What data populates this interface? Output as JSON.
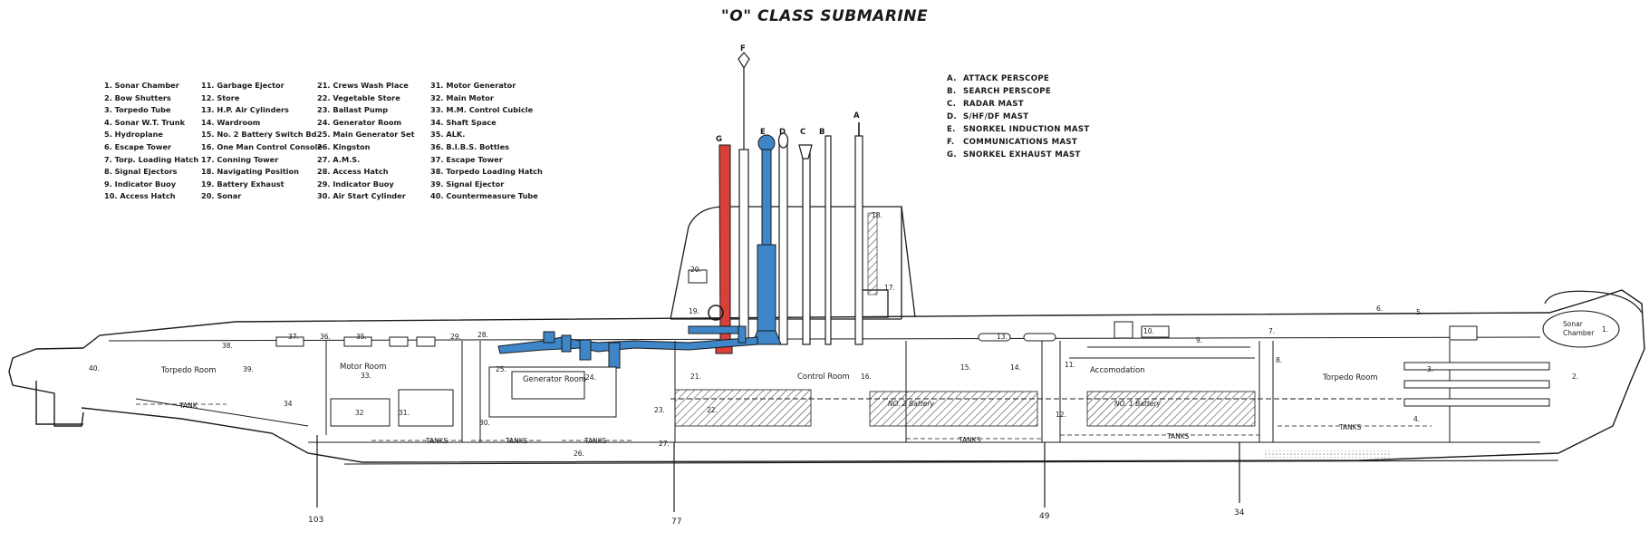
{
  "title": "\"O\" CLASS SUBMARINE",
  "legend": {
    "col1": [
      "1. Sonar Chamber",
      "2. Bow Shutters",
      "3. Torpedo Tube",
      "4. Sonar W.T. Trunk",
      "5. Hydroplane",
      "6. Escape Tower",
      "7. Torp. Loading Hatch",
      "8. Signal Ejectors",
      "9. Indicator Buoy",
      "10. Access Hatch"
    ],
    "col2": [
      "11. Garbage Ejector",
      "12. Store",
      "13. H.P. Air Cylinders",
      "14. Wardroom",
      "15. No. 2 Battery Switch Bd.",
      "16. One Man Control Console",
      "17. Conning Tower",
      "18. Navigating Position",
      "19. Battery Exhaust",
      "20. Sonar"
    ],
    "col3": [
      "21. Crews Wash Place",
      "22. Vegetable Store",
      "23. Ballast Pump",
      "24. Generator Room",
      "25. Main Generator Set",
      "26. Kingston",
      "27. A.M.S.",
      "28. Access Hatch",
      "29. Indicator Buoy",
      "30. Air Start Cylinder"
    ],
    "col4": [
      "31. Motor Generator",
      "32. Main Motor",
      "33. M.M. Control Cubicle",
      "34. Shaft Space",
      "35. ALK.",
      "36. B.I.B.S. Bottles",
      "37. Escape Tower",
      "38. Torpedo Loading Hatch",
      "39. Signal Ejector",
      "40. Countermeasure Tube"
    ]
  },
  "masts": [
    {
      "key": "A.",
      "label": "ATTACK PERSCOPE"
    },
    {
      "key": "B.",
      "label": "SEARCH PERSCOPE"
    },
    {
      "key": "C.",
      "label": "RADAR MAST"
    },
    {
      "key": "D.",
      "label": "S/HF/DF MAST"
    },
    {
      "key": "E.",
      "label": "SNORKEL INDUCTION MAST"
    },
    {
      "key": "F.",
      "label": "COMMUNICATIONS MAST"
    },
    {
      "key": "G.",
      "label": "SNORKEL EXHAUST MAST"
    }
  ],
  "mast_letters": {
    "a": "A",
    "b": "B",
    "c": "C",
    "d": "D",
    "e": "E",
    "f": "F",
    "g": "G"
  },
  "compartments": {
    "torpedo_room_aft": "Torpedo Room",
    "motor_room": "Motor Room",
    "generator_room": "Generator Room",
    "control_room": "Control Room",
    "accomodation": "Accomodation",
    "torpedo_room_fwd": "Torpedo Room",
    "sonar_chamber_1": "Sonar",
    "sonar_chamber_2": "Chamber",
    "no2_battery": "NO. 2 Battery",
    "no1_battery": "NO. 1 Battery"
  },
  "tanks_label": "TANKS",
  "tank_label": "TANK",
  "frames": {
    "f103": "103",
    "f77": "77",
    "f49": "49",
    "f34": "34"
  },
  "numbers": {
    "n1": "1.",
    "n2": "2.",
    "n3": "3.",
    "n4": "4.",
    "n5": "5.",
    "n6": "6.",
    "n7": "7.",
    "n8": "8.",
    "n9": "9.",
    "n10": "10.",
    "n11": "11.",
    "n12": "12.",
    "n13": "13.",
    "n14": "14.",
    "n15": "15.",
    "n16": "16.",
    "n17": "17.",
    "n18": "18.",
    "n19": "19.",
    "n20": "20.",
    "n21": "21.",
    "n22": "22.",
    "n23": "23.",
    "n24": "24.",
    "n25": "25.",
    "n26": "26.",
    "n27": "27.",
    "n28": "28.",
    "n29": "29.",
    "n30": "30.",
    "n31": "31.",
    "n32": "32",
    "n33": "33.",
    "n34": "34",
    "n35": "35.",
    "n36": "36.",
    "n37": "37.",
    "n38": "38.",
    "n39": "39.",
    "n40": "40."
  },
  "colors": {
    "snorkel_exhaust": "#d9403a",
    "snorkel_induction": "#3f86c8",
    "line": "#1a1a1a"
  }
}
